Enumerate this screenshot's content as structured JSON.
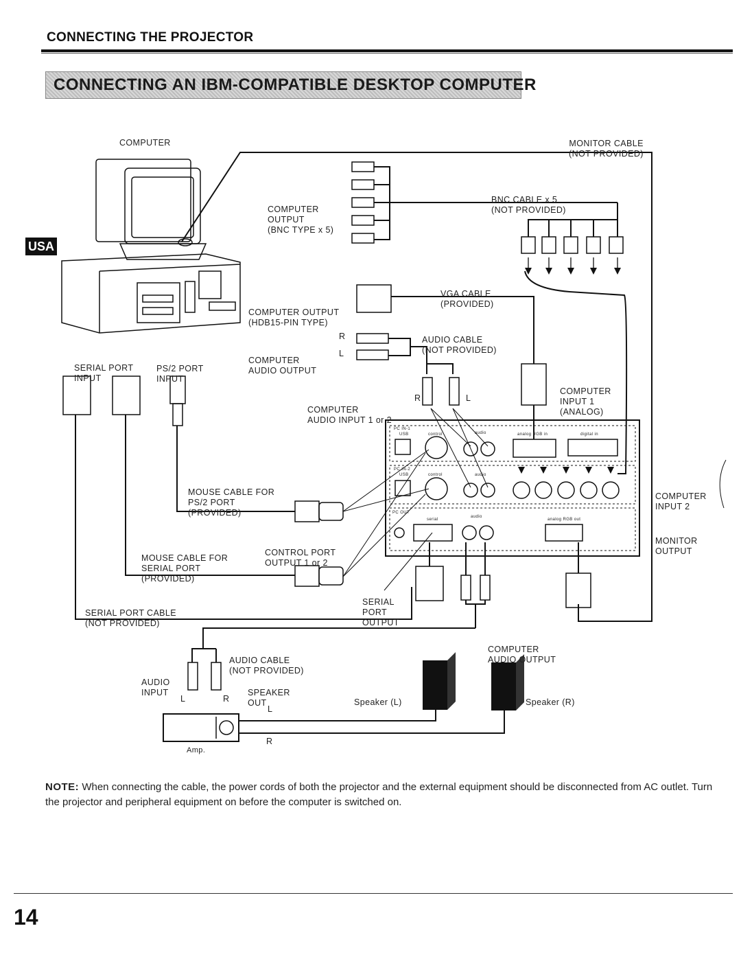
{
  "header": {
    "title": "CONNECTING THE PROJECTOR"
  },
  "section": {
    "title": "CONNECTING AN IBM-COMPATIBLE DESKTOP COMPUTER"
  },
  "region_badge": "USA",
  "diagram": {
    "computer": "COMPUTER",
    "monitor_cable": [
      "MONITOR CABLE",
      "(NOT PROVIDED)"
    ],
    "computer_output_bnc": [
      "COMPUTER",
      "OUTPUT",
      "(BNC TYPE x 5)"
    ],
    "bnc_cable": [
      "BNC CABLE x 5",
      "(NOT PROVIDED)"
    ],
    "vga_cable": [
      "VGA CABLE",
      "(PROVIDED)"
    ],
    "computer_output_hdb": [
      "COMPUTER OUTPUT",
      "(HDB15-PIN TYPE)"
    ],
    "audio_cable_top": [
      "AUDIO CABLE",
      "(NOT PROVIDED)"
    ],
    "computer_audio_output": [
      "COMPUTER",
      "AUDIO OUTPUT"
    ],
    "serial_port_input": [
      "SERIAL PORT",
      "INPUT"
    ],
    "ps2_port_input": [
      "PS/2 PORT",
      "INPUT"
    ],
    "computer_input_1": [
      "COMPUTER",
      "INPUT 1",
      "(ANALOG)"
    ],
    "computer_audio_input": [
      "COMPUTER",
      "AUDIO INPUT 1 or 2"
    ],
    "r": "R",
    "l": "L",
    "mouse_cable_ps2": [
      "MOUSE CABLE FOR",
      "PS/2 PORT",
      "(PROVIDED)"
    ],
    "computer_input_2": [
      "COMPUTER",
      "INPUT 2"
    ],
    "monitor_output": [
      "MONITOR",
      "OUTPUT"
    ],
    "mouse_cable_serial": [
      "MOUSE CABLE FOR",
      "SERIAL PORT",
      "(PROVIDED)"
    ],
    "control_port_output": [
      "CONTROL PORT",
      "OUTPUT 1 or 2"
    ],
    "serial_port_cable": [
      "SERIAL PORT CABLE",
      "(NOT PROVIDED)"
    ],
    "serial_port_output": [
      "SERIAL",
      "PORT",
      "OUTPUT"
    ],
    "computer_audio_output_2": [
      "COMPUTER",
      "AUDIO OUTPUT"
    ],
    "audio_cable_bottom": [
      "AUDIO CABLE",
      "(NOT PROVIDED)"
    ],
    "audio_input": [
      "AUDIO",
      "INPUT"
    ],
    "speaker_out": [
      "SPEAKER",
      "OUT"
    ],
    "speaker_l": "Speaker (L)",
    "speaker_r": "Speaker (R)",
    "amp": "Amp.",
    "panel": {
      "pc_in_1": "PC IN-1",
      "pc_in_2": "PC IN-2",
      "pc_out": "PC OUT",
      "usb": "USB",
      "control": "control",
      "audio": "audio",
      "serial": "serial",
      "analog_rgb_in": "analog RGB in",
      "digital_in": "digital in",
      "analog_rgb_out": "analog RGB out"
    }
  },
  "note": {
    "label": "NOTE:",
    "text": "When connecting the cable, the power cords of both the projector and the external equipment should be disconnected from AC outlet. Turn the projector and peripheral equipment on before the computer is switched on."
  },
  "page_number": "14"
}
